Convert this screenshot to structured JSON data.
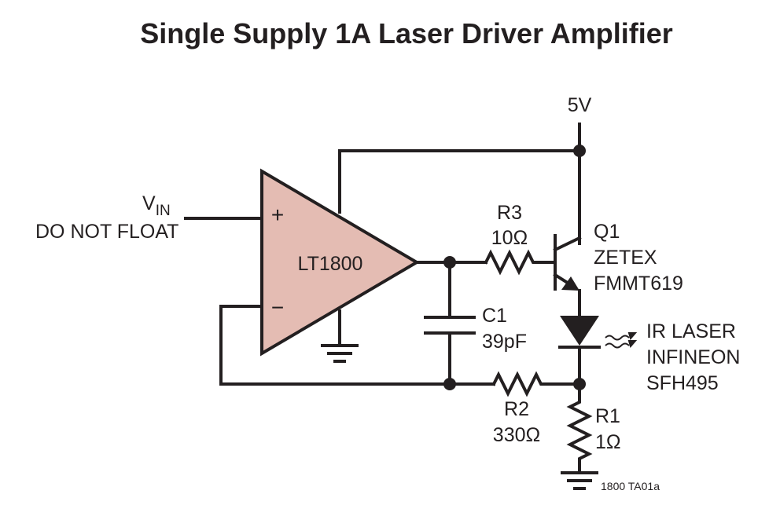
{
  "title": "Single Supply 1A Laser Driver Amplifier",
  "supply": "5V",
  "opamp": {
    "name": "LT1800",
    "plus": "+",
    "minus": "−"
  },
  "vin": {
    "label_main": "V",
    "label_sub": "IN",
    "note": "DO NOT FLOAT"
  },
  "r3": {
    "name": "R3",
    "value": "10Ω"
  },
  "q1": {
    "name": "Q1",
    "maker": "ZETEX",
    "part": "FMMT619"
  },
  "c1": {
    "name": "C1",
    "value": "39pF"
  },
  "laser": {
    "line1": "IR LASER",
    "line2": "INFINEON",
    "line3": "SFH495"
  },
  "r2": {
    "name": "R2",
    "value": "330Ω"
  },
  "r1": {
    "name": "R1",
    "value": "1Ω"
  },
  "figure_id": "1800 TA01a",
  "colors": {
    "opamp_fill": "#e4bcb3",
    "ink": "#231f20"
  }
}
